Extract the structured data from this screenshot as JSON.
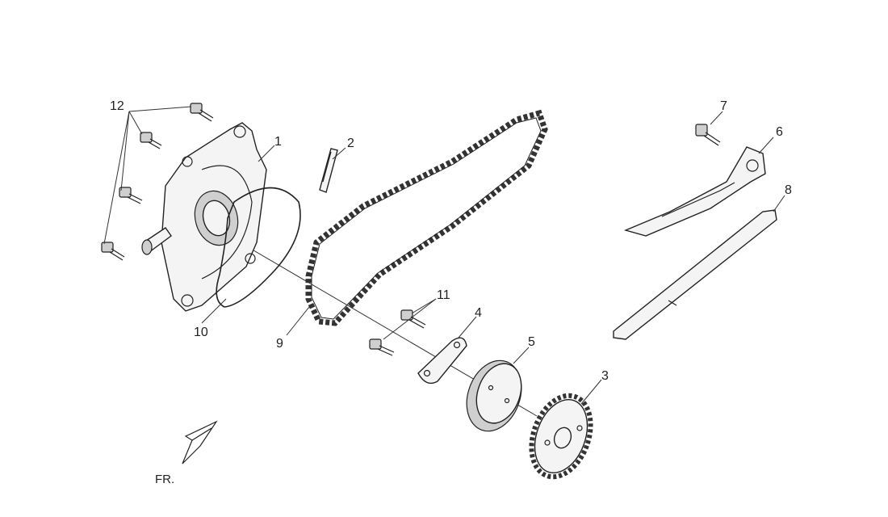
{
  "callouts": {
    "c1": "1",
    "c2": "2",
    "c3": "3",
    "c4": "4",
    "c5": "5",
    "c6": "6",
    "c7": "7",
    "c8": "8",
    "c9": "9",
    "c10": "10",
    "c11": "11",
    "c12": "12"
  },
  "front_indicator": {
    "label": "FR."
  }
}
